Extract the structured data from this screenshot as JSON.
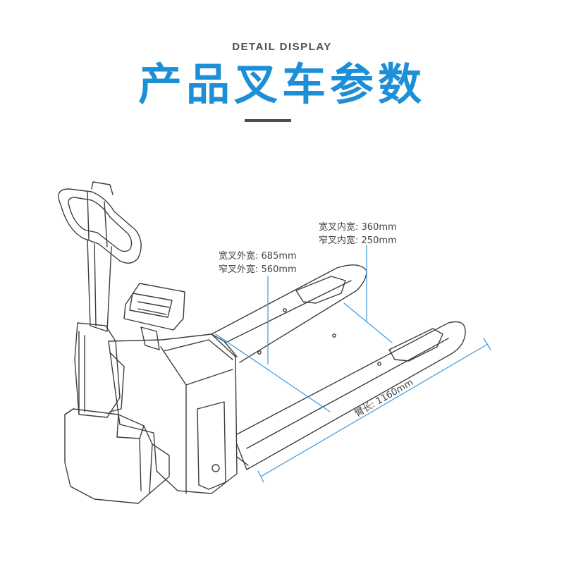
{
  "header": {
    "subtitle": "DETAIL DISPLAY",
    "title": "产品叉车参数"
  },
  "dimensions": {
    "inner_width": [
      {
        "label": "宽叉内宽",
        "value": "360mm"
      },
      {
        "label": "窄叉内宽",
        "value": "250mm"
      }
    ],
    "outer_width": [
      {
        "label": "宽叉外宽",
        "value": "685mm"
      },
      {
        "label": "窄叉外宽",
        "value": "560mm"
      }
    ],
    "fork_length": {
      "label": "臂长",
      "value": "1160mm"
    }
  },
  "colors": {
    "title_blue": "#1c8fd6",
    "dimension_line": "#3a9ad9",
    "outline": "#3d3d3d"
  }
}
